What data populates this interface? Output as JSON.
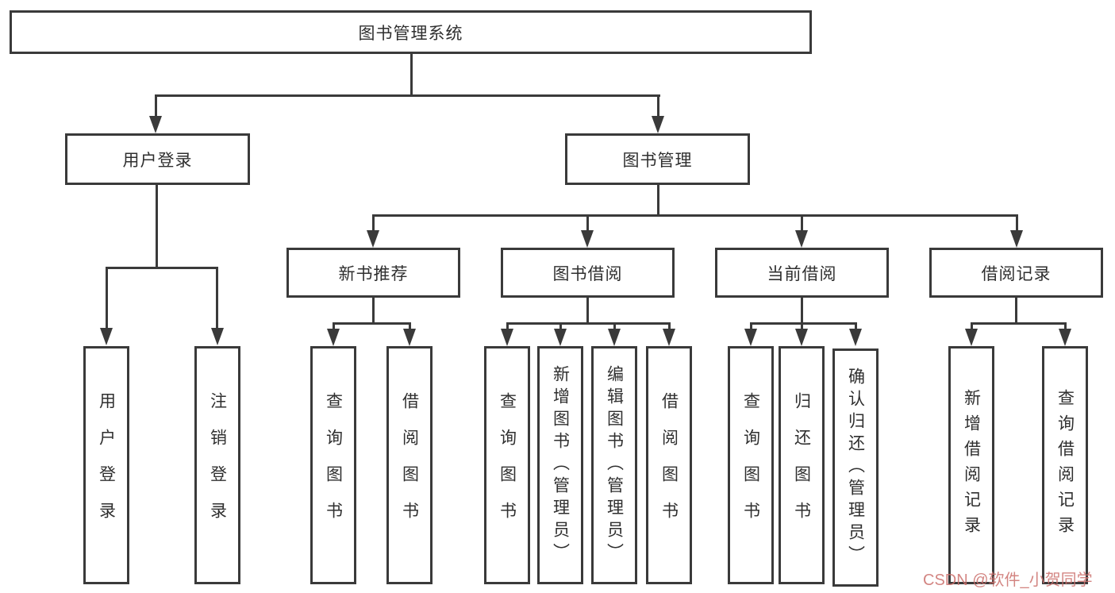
{
  "diagram": {
    "title_node": {
      "label": "图书管理系统"
    },
    "level2": [
      {
        "label": "用户登录"
      },
      {
        "label": "图书管理"
      }
    ],
    "level3": [
      {
        "label": "新书推荐"
      },
      {
        "label": "图书借阅"
      },
      {
        "label": "当前借阅"
      },
      {
        "label": "借阅记录"
      }
    ],
    "leaves": {
      "user_login": [
        {
          "label": "用户登录"
        },
        {
          "label": "注销登录"
        }
      ],
      "new_book_recommend": [
        {
          "label": "查询图书"
        },
        {
          "label": "借阅图书"
        }
      ],
      "book_borrow": [
        {
          "label": "查询图书"
        },
        {
          "label": "新增图书（管理员）"
        },
        {
          "label": "编辑图书（管理员）"
        },
        {
          "label": "借阅图书"
        }
      ],
      "current_borrow": [
        {
          "label": "查询图书"
        },
        {
          "label": "归还图书"
        },
        {
          "label": "确认归还（管理员）"
        }
      ],
      "borrow_records": [
        {
          "label": "新增借阅记录"
        },
        {
          "label": "查询借阅记录"
        }
      ]
    },
    "watermark": "CSDN @软件_小贺同学",
    "colors": {
      "line": "#3a3a3a",
      "text": "#2f2f2f",
      "watermark": "#cb706c",
      "background": "#ffffff"
    }
  }
}
